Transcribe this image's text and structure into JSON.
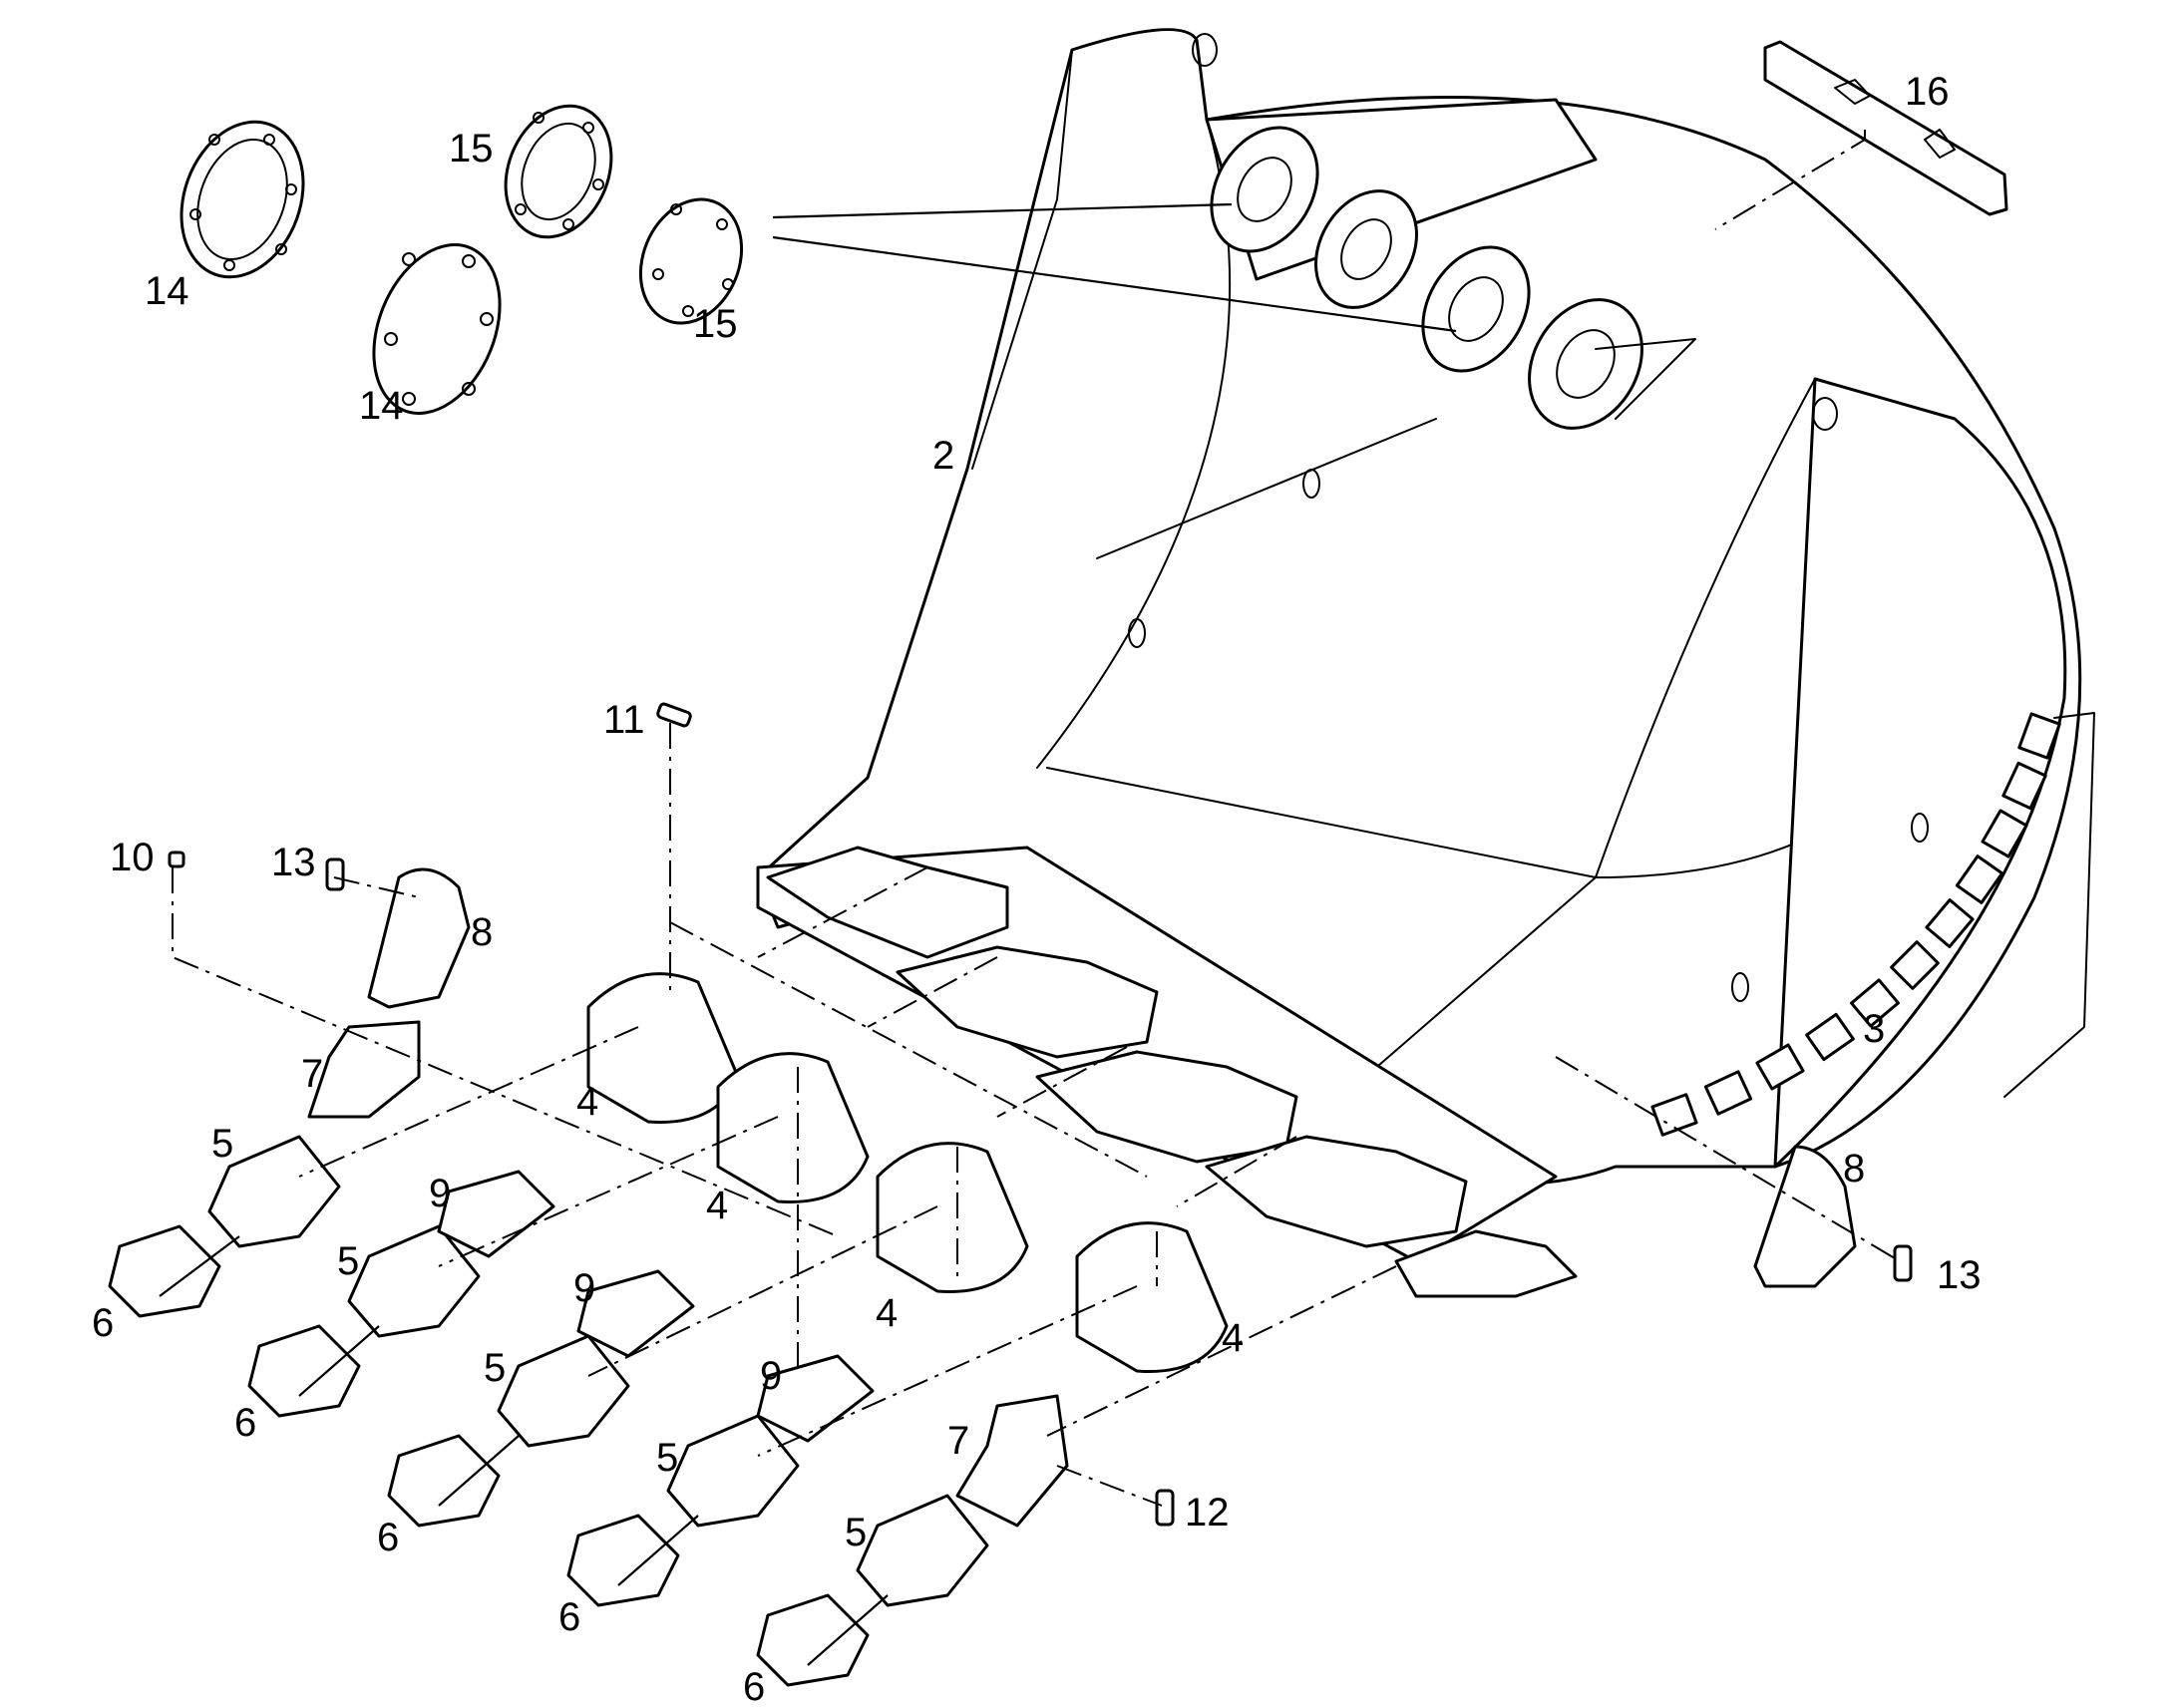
{
  "diagram": {
    "callouts": [
      {
        "id": "c-14a",
        "label": "14"
      },
      {
        "id": "c-14b",
        "label": "14"
      },
      {
        "id": "c-15a",
        "label": "15"
      },
      {
        "id": "c-15b",
        "label": "15"
      },
      {
        "id": "c-16",
        "label": "16"
      },
      {
        "id": "c-2",
        "label": "2"
      },
      {
        "id": "c-3",
        "label": "3"
      },
      {
        "id": "c-11",
        "label": "11"
      },
      {
        "id": "c-10",
        "label": "10"
      },
      {
        "id": "c-13a",
        "label": "13"
      },
      {
        "id": "c-8a",
        "label": "8"
      },
      {
        "id": "c-7a",
        "label": "7"
      },
      {
        "id": "c-4a",
        "label": "4"
      },
      {
        "id": "c-4b",
        "label": "4"
      },
      {
        "id": "c-4c",
        "label": "4"
      },
      {
        "id": "c-4d",
        "label": "4"
      },
      {
        "id": "c-5a",
        "label": "5"
      },
      {
        "id": "c-5b",
        "label": "5"
      },
      {
        "id": "c-5c",
        "label": "5"
      },
      {
        "id": "c-5d",
        "label": "5"
      },
      {
        "id": "c-5e",
        "label": "5"
      },
      {
        "id": "c-6a",
        "label": "6"
      },
      {
        "id": "c-6b",
        "label": "6"
      },
      {
        "id": "c-6c",
        "label": "6"
      },
      {
        "id": "c-6d",
        "label": "6"
      },
      {
        "id": "c-6e",
        "label": "6"
      },
      {
        "id": "c-9a",
        "label": "9"
      },
      {
        "id": "c-9b",
        "label": "9"
      },
      {
        "id": "c-9c",
        "label": "9"
      },
      {
        "id": "c-7b",
        "label": "7"
      },
      {
        "id": "c-12",
        "label": "12"
      },
      {
        "id": "c-8b",
        "label": "8"
      },
      {
        "id": "c-13b",
        "label": "13"
      }
    ]
  }
}
